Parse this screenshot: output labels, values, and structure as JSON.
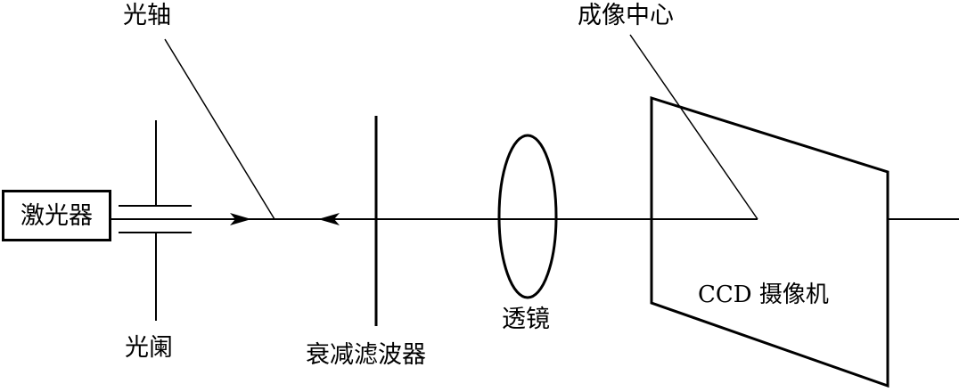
{
  "labels": {
    "optical_axis": "光轴",
    "imaging_center": "成像中心",
    "laser": "激光器",
    "aperture": "光阑",
    "attenuation_filter": "衰减滤波器",
    "lens": "透镜",
    "ccd_camera": "CCD 摄像机"
  },
  "colors": {
    "stroke": "#000000",
    "background": "#ffffff"
  }
}
